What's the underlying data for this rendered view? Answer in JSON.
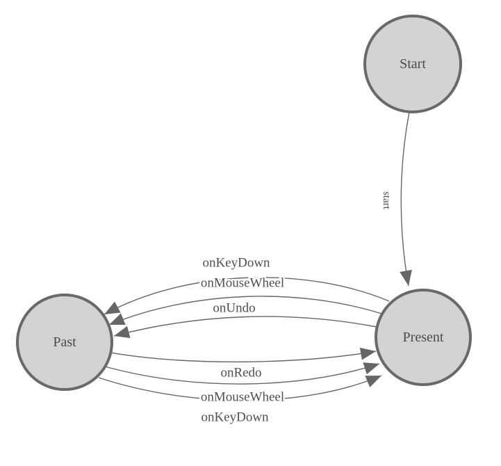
{
  "diagram": {
    "type": "state-machine",
    "nodes": [
      {
        "id": "start",
        "label": "Start"
      },
      {
        "id": "present",
        "label": "Present"
      },
      {
        "id": "past",
        "label": "Past"
      }
    ],
    "edges": [
      {
        "from": "Start",
        "to": "Present",
        "label": "start"
      },
      {
        "from": "Present",
        "to": "Past",
        "label": "onKeyDown"
      },
      {
        "from": "Present",
        "to": "Past",
        "label": "onMouseWheel"
      },
      {
        "from": "Present",
        "to": "Past",
        "label": "onUndo"
      },
      {
        "from": "Past",
        "to": "Present",
        "label": "onRedo"
      },
      {
        "from": "Past",
        "to": "Present",
        "label": "onMouseWheel"
      },
      {
        "from": "Past",
        "to": "Present",
        "label": "onKeyDown"
      }
    ],
    "colors": {
      "background": "#ffffff",
      "node_fill": "#d3d3d3",
      "node_border": "#696969",
      "edge_line": "#666666",
      "arrowhead": "#666666",
      "label_text": "#4a4a4a"
    }
  }
}
